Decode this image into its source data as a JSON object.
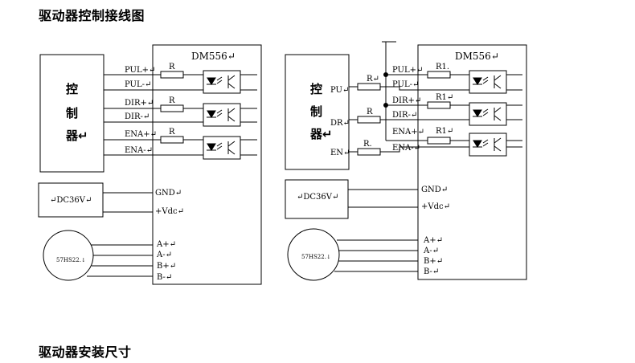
{
  "headings": {
    "wiring": "驱动器控制接线图",
    "mounting": "驱动器安装尺寸"
  },
  "left_diagram": {
    "controller": [
      "控",
      "制",
      "器↵"
    ],
    "driver_title": "DM556↵",
    "signals": [
      "PUL+↵",
      "PUL-↵",
      "DIR+↵",
      "DIR-↵",
      "ENA+↵",
      "ENA-↵"
    ],
    "resistors": [
      "R",
      "R",
      "R"
    ],
    "power_supply": "↵DC36V↵",
    "power_pins": [
      "GND↵",
      "+Vdc↵"
    ],
    "motor": "57HS22.↓",
    "motor_pins": [
      "A+↵",
      "A-↵",
      "B+↵",
      "B-↵"
    ]
  },
  "right_diagram": {
    "controller": [
      "控",
      "制",
      "器↵"
    ],
    "driver_title": "DM556↵",
    "signals": [
      "PUL+↵",
      "PUL-↵",
      "DIR+↵",
      "DIR-↵",
      "ENA+↵",
      "ENA-↵"
    ],
    "controller_pins": [
      "PU↵",
      "DR↵",
      "EN↵"
    ],
    "external_resistors": [
      "R↵",
      "R",
      "R."
    ],
    "internal_resistors": [
      "R1.",
      "R1↵",
      "R1↵"
    ],
    "power_supply": "↵DC36V↵",
    "power_pins": [
      "GND↵",
      "+Vdc↵"
    ],
    "motor": "57HS22.↓",
    "motor_pins": [
      "A+↵",
      "A-↵",
      "B+↵",
      "B-↵"
    ]
  },
  "icons": [
    "optocoupler-icon",
    "resistor-icon",
    "motor-icon",
    "junction-dot-icon",
    "led-icon",
    "phototransistor-icon"
  ]
}
